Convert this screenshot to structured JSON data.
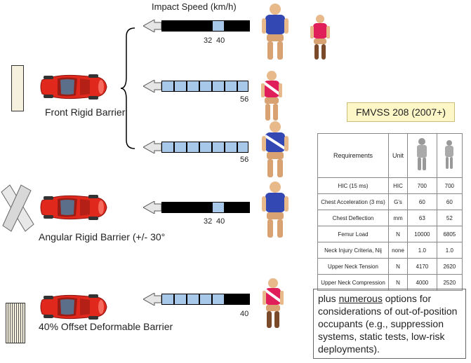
{
  "header": {
    "impact_speed": "Impact Speed (km/h)"
  },
  "barriers": {
    "front": "Front Rigid Barrier",
    "angular": "Angular Rigid Barrier (+/- 30°",
    "offset": "40% Offset Deformable Barrier"
  },
  "speed_labels": {
    "row1_a": "32",
    "row1_b": "40",
    "row2": "56",
    "row3": "56",
    "row4_a": "32",
    "row4_b": "40",
    "row5": "40"
  },
  "standard_title": "FMVSS 208 (2007+)",
  "table": {
    "col_requirements": "Requirements",
    "col_unit": "Unit",
    "rows": [
      {
        "req": "HIC (15 ms)",
        "unit": "HIC",
        "a": "700",
        "b": "700"
      },
      {
        "req": "Chest Acceleration (3 ms)",
        "unit": "G's",
        "a": "60",
        "b": "60"
      },
      {
        "req": "Chest Deflection",
        "unit": "mm",
        "a": "63",
        "b": "52"
      },
      {
        "req": "Femur Load",
        "unit": "N",
        "a": "10000",
        "b": "6805"
      },
      {
        "req": "Neck Injury Criteria, Nij",
        "unit": "none",
        "a": "1.0",
        "b": "1.0"
      },
      {
        "req": "Upper Neck Tension",
        "unit": "N",
        "a": "4170",
        "b": "2620"
      },
      {
        "req": "Upper Neck Compression",
        "unit": "N",
        "a": "4000",
        "b": "2520"
      }
    ]
  },
  "note": {
    "prefix": "plus ",
    "emph": "numerous",
    "rest": " options for considerations of out-of-position occupants (e.g., suppression systems, static tests, low-risk deployments)."
  },
  "colors": {
    "car": "#e0281c",
    "bar_blue": "#a8c8ea",
    "shirt_blue": "#3448b4",
    "shirt_pink": "#e01e5a",
    "title_bg": "#fdf6c6"
  },
  "icons": [
    "car-icon",
    "dummy-icon",
    "arrow-left-icon",
    "barrier-icon"
  ]
}
